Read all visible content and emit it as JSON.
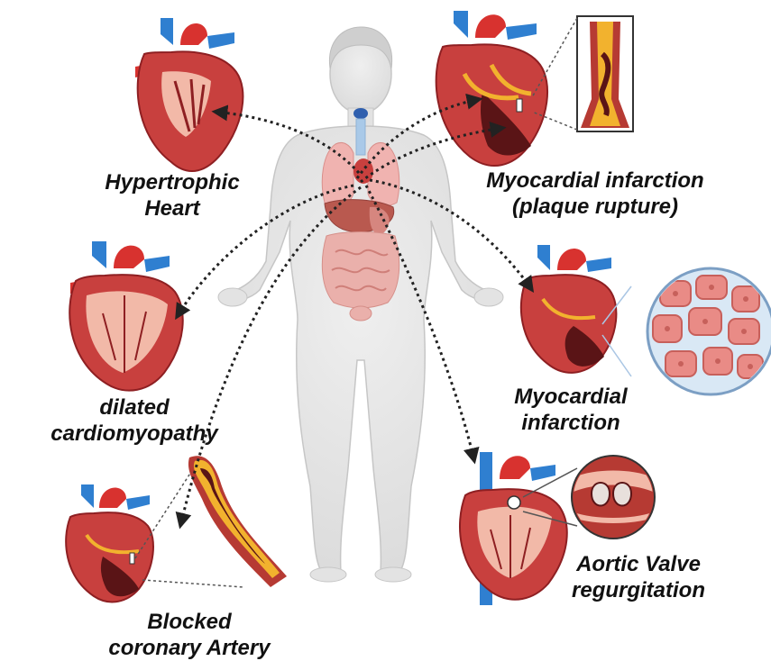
{
  "labels": {
    "hypertrophic_1": "Hypertrophic",
    "hypertrophic_2": "Heart",
    "mi_plaque_1": "Myocardial infarction",
    "mi_plaque_2": "(plaque rupture)",
    "dilated_1": "dilated",
    "dilated_2": "cardiomyopathy",
    "mi_1": "Myocardial",
    "mi_2": "infarction",
    "blocked_1": "Blocked",
    "blocked_2": "coronary Artery",
    "aortic_1": "Aortic Valve",
    "aortic_2": "regurgitation"
  },
  "colors": {
    "heart_wall": "#c8403e",
    "heart_dark": "#8e1f22",
    "heart_cavity": "#f2b9a8",
    "artery_red": "#d8322f",
    "vein_blue": "#2f7fd0",
    "plaque": "#f2b22e",
    "body_fill": "#e4e4e4",
    "body_stroke": "#c6c6c6",
    "organ_pink": "#e7a7a3",
    "trachea_blue": "#a9c9e8",
    "arrow": "#222222",
    "cell_pink": "#e98b86"
  }
}
